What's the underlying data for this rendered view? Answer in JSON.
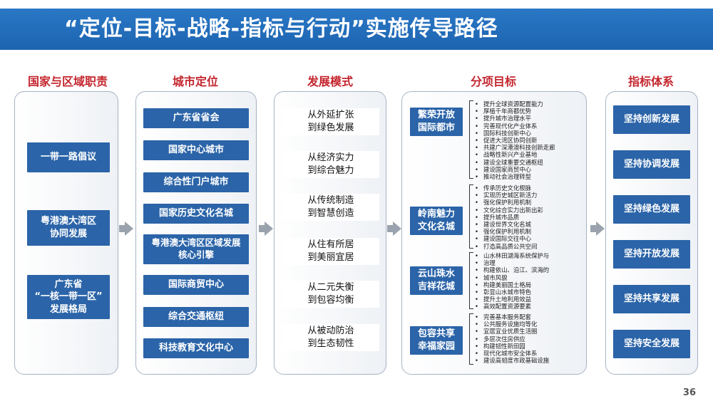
{
  "title": "“定位-目标-战略-指标与行动”实施传导路径",
  "columns": {
    "c1": {
      "title": "国家与区域职责",
      "items": [
        "一带一路倡议",
        "粤港澳大湾区\n协同发展",
        "广东省\n“一核一带一区”\n发展格局"
      ]
    },
    "c2": {
      "title": "城市定位",
      "items": [
        "广东省省会",
        "国家中心城市",
        "综合性门户城市",
        "国家历史文化名城",
        "粤港澳大湾区区域发展\n核心引擎",
        "国际商贸中心",
        "综合交通枢纽",
        "科技教育文化中心"
      ]
    },
    "c3": {
      "title": "发展模式",
      "items": [
        "从外延扩张\n到绿色发展",
        "从经济实力\n到综合魅力",
        "从传统制造\n到智慧创造",
        "从住有所居\n到美丽宜居",
        "从二元失衡\n到包容均衡",
        "从被动防治\n到生态韧性"
      ]
    },
    "c4": {
      "title": "分项目标",
      "groups": [
        {
          "label": "繁荣开放\n国际都市",
          "items": [
            "提升全球资源配置能力",
            "厚植千年商都优势",
            "提升城市治理水平",
            "完善现代化产业体系",
            "国际科技创新中心",
            "促进大湾区协同创新",
            "共建广深港澳科技创新走廊",
            "战略性新兴产业基地",
            "建设全球重要交通枢纽",
            "建设国家商贸中心",
            "推动社会治理转型"
          ]
        },
        {
          "label": "岭南魅力\n文化名城",
          "items": [
            "传承历史文化根脉",
            "实现历史城区新活力",
            "强化保护利用机制",
            "文化综合实力出新出彩",
            "提升城市品质",
            "建设世界文化名城",
            "强化保护利用机制",
            "建设国际交往中心",
            "打造高品质公共空间"
          ]
        },
        {
          "label": "云山珠水\n吉祥花城",
          "items": [
            "山水林田湖海系统保护与",
            "治理",
            "构建依山、沿江、滨海的",
            "城市风貌",
            "构建美丽国土格局",
            "彰显山水城市特色",
            "提升土地利用效益",
            "高效配置资源要素"
          ]
        },
        {
          "label": "包容共享\n幸福家园",
          "items": [
            "完善基本服务配套",
            "公共服务设施均等化",
            "宜居宜业优质生活圈",
            "多层次住房供应",
            "构建韧性新田园",
            "现代化城市安全体系",
            "建设高韧度市政基础设施"
          ]
        }
      ]
    },
    "c5": {
      "title": "指标体系",
      "items": [
        "坚持创新发展",
        "坚持协调发展",
        "坚持绿色发展",
        "坚持开放发展",
        "坚持共享发展",
        "坚持安全发展"
      ]
    }
  },
  "page_number": "36"
}
